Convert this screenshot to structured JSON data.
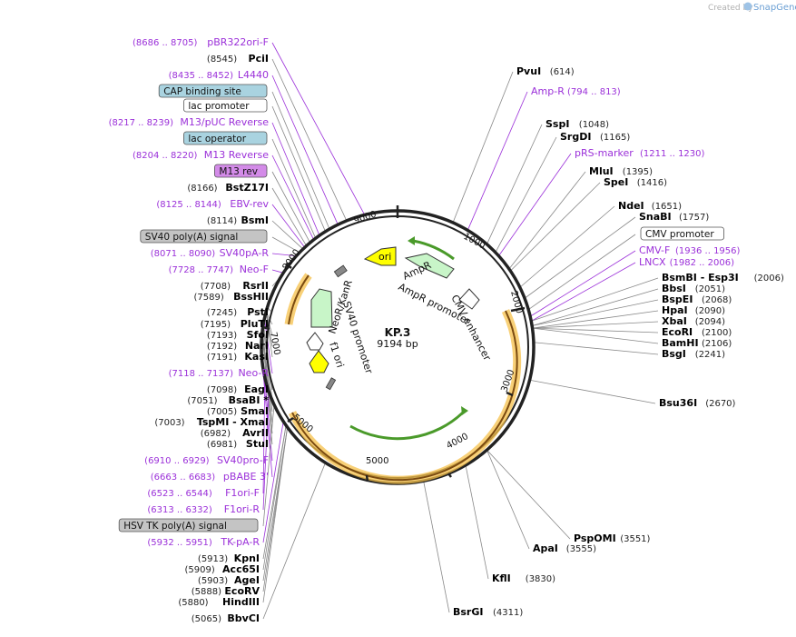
{
  "credit": "Created by",
  "brand": "SnapGene",
  "plasmid": {
    "name": "KP.3",
    "length": "9194 bp"
  },
  "ticks": [
    "1000",
    "2000",
    "3000",
    "4000",
    "5000",
    "5000",
    "7000",
    "8000",
    "9000"
  ],
  "inner_features": [
    "ori",
    "AmpR",
    "AmpR promoter",
    "CMV enhancer",
    "NeoR/KanR",
    "SV40 promoter",
    "f1 ori"
  ],
  "left_labels": [
    {
      "pos": "(8686 .. 8705)",
      "name": "pBR322ori-F",
      "kind": "primer"
    },
    {
      "pos": "(8545)",
      "name": "PciI",
      "kind": "enzyme"
    },
    {
      "pos": "(8435 .. 8452)",
      "name": "L4440",
      "kind": "primer"
    },
    {
      "pos": "",
      "name": "CAP binding site",
      "kind": "feature-blue"
    },
    {
      "pos": "",
      "name": "lac promoter",
      "kind": "feature-white"
    },
    {
      "pos": "(8217 .. 8239)",
      "name": "M13/pUC Reverse",
      "kind": "primer"
    },
    {
      "pos": "",
      "name": "lac operator",
      "kind": "feature-blue"
    },
    {
      "pos": "(8204 .. 8220)",
      "name": "M13 Reverse",
      "kind": "primer"
    },
    {
      "pos": "",
      "name": "M13 rev",
      "kind": "feature-purple"
    },
    {
      "pos": "(8166)",
      "name": "BstZ17I",
      "kind": "enzyme"
    },
    {
      "pos": "(8125 .. 8144)",
      "name": "EBV-rev",
      "kind": "primer"
    },
    {
      "pos": "(8114)",
      "name": "BsmI",
      "kind": "enzyme"
    },
    {
      "pos": "",
      "name": "SV40 poly(A) signal",
      "kind": "feature-gray"
    },
    {
      "pos": "(8071 .. 8090)",
      "name": "SV40pA-R",
      "kind": "primer"
    },
    {
      "pos": "(7728 .. 7747)",
      "name": "Neo-F",
      "kind": "primer"
    },
    {
      "pos": "(7708)",
      "name": "RsrII",
      "kind": "enzyme"
    },
    {
      "pos": "(7589)",
      "name": "BssHII",
      "kind": "enzyme"
    },
    {
      "pos": "(7245)",
      "name": "PstI",
      "kind": "enzyme"
    },
    {
      "pos": "(7195)",
      "name": "PluTI",
      "kind": "enzyme"
    },
    {
      "pos": "(7193)",
      "name": "SfoI",
      "kind": "enzyme"
    },
    {
      "pos": "(7192)",
      "name": "NarI",
      "kind": "enzyme"
    },
    {
      "pos": "(7191)",
      "name": "KasI",
      "kind": "enzyme"
    },
    {
      "pos": "(7118 .. 7137)",
      "name": "Neo-R",
      "kind": "primer"
    },
    {
      "pos": "(7098)",
      "name": "EagI",
      "kind": "enzyme"
    },
    {
      "pos": "(7051)",
      "name": "BsaBI *",
      "kind": "enzyme"
    },
    {
      "pos": "(7005)",
      "name": "SmaI",
      "kind": "enzyme"
    },
    {
      "pos": "(7003)",
      "name": "TspMI - XmaI",
      "kind": "enzyme"
    },
    {
      "pos": "(6982)",
      "name": "AvrII",
      "kind": "enzyme"
    },
    {
      "pos": "(6981)",
      "name": "StuI",
      "kind": "enzyme"
    },
    {
      "pos": "(6910 .. 6929)",
      "name": "SV40pro-F",
      "kind": "primer"
    },
    {
      "pos": "(6663 .. 6683)",
      "name": "pBABE 3'",
      "kind": "primer"
    },
    {
      "pos": "(6523 .. 6544)",
      "name": "F1ori-F",
      "kind": "primer"
    },
    {
      "pos": "(6313 .. 6332)",
      "name": "F1ori-R",
      "kind": "primer"
    },
    {
      "pos": "",
      "name": "HSV TK poly(A) signal",
      "kind": "feature-gray"
    },
    {
      "pos": "(5932 .. 5951)",
      "name": "TK-pA-R",
      "kind": "primer"
    },
    {
      "pos": "(5913)",
      "name": "KpnI",
      "kind": "enzyme"
    },
    {
      "pos": "(5909)",
      "name": "Acc65I",
      "kind": "enzyme"
    },
    {
      "pos": "(5903)",
      "name": "AgeI",
      "kind": "enzyme"
    },
    {
      "pos": "(5888)",
      "name": "EcoRV",
      "kind": "enzyme"
    },
    {
      "pos": "(5880)",
      "name": "HindIII",
      "kind": "enzyme"
    },
    {
      "pos": "(5065)",
      "name": "BbvCI",
      "kind": "enzyme"
    }
  ],
  "right_labels": [
    {
      "name": "PvuI",
      "pos": "(614)",
      "kind": "enzyme"
    },
    {
      "name": "Amp-R",
      "pos": "(794 .. 813)",
      "kind": "primer"
    },
    {
      "name": "SspI",
      "pos": "(1048)",
      "kind": "enzyme"
    },
    {
      "name": "SrgDI",
      "pos": "(1165)",
      "kind": "enzyme"
    },
    {
      "name": "pRS-marker",
      "pos": "(1211 .. 1230)",
      "kind": "primer"
    },
    {
      "name": "MluI",
      "pos": "(1395)",
      "kind": "enzyme"
    },
    {
      "name": "SpeI",
      "pos": "(1416)",
      "kind": "enzyme"
    },
    {
      "name": "NdeI",
      "pos": "(1651)",
      "kind": "enzyme"
    },
    {
      "name": "SnaBI",
      "pos": "(1757)",
      "kind": "enzyme"
    },
    {
      "name": "CMV promoter",
      "pos": "",
      "kind": "feature-white"
    },
    {
      "name": "CMV-F",
      "pos": "(1936 .. 1956)",
      "kind": "primer"
    },
    {
      "name": "LNCX",
      "pos": "(1982 .. 2006)",
      "kind": "primer"
    },
    {
      "name": "BsmBI - Esp3I",
      "pos": "(2006)",
      "kind": "enzyme"
    },
    {
      "name": "BbsI",
      "pos": "(2051)",
      "kind": "enzyme"
    },
    {
      "name": "BspEI",
      "pos": "(2068)",
      "kind": "enzyme"
    },
    {
      "name": "HpaI",
      "pos": "(2090)",
      "kind": "enzyme"
    },
    {
      "name": "XbaI",
      "pos": "(2094)",
      "kind": "enzyme"
    },
    {
      "name": "EcoRI",
      "pos": "(2100)",
      "kind": "enzyme"
    },
    {
      "name": "BamHI",
      "pos": "(2106)",
      "kind": "enzyme"
    },
    {
      "name": "BsgI",
      "pos": "(2241)",
      "kind": "enzyme"
    },
    {
      "name": "Bsu36I",
      "pos": "(2670)",
      "kind": "enzyme"
    },
    {
      "name": "PspOMI",
      "pos": "(3551)",
      "kind": "enzyme"
    },
    {
      "name": "ApaI",
      "pos": "(3555)",
      "kind": "enzyme"
    },
    {
      "name": "KflI",
      "pos": "(3830)",
      "kind": "enzyme"
    },
    {
      "name": "BsrGI",
      "pos": "(4311)",
      "kind": "enzyme"
    }
  ],
  "colors": {
    "primer": "#9b30d9",
    "enzyme": "#111111",
    "line": "#888888",
    "feature_blue": "#a9d3e0",
    "feature_gray": "#c4c4c4",
    "feature_purple": "#d38be8",
    "ori": "#ffff00",
    "ampr": "#c8f5c8",
    "orange": "#f5c04a"
  }
}
